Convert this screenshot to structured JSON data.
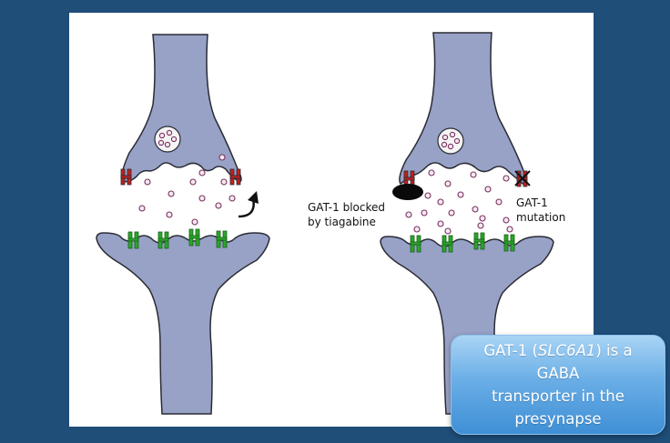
{
  "labels": {
    "blocked_line1": "GAT-1 blocked",
    "blocked_line2": "by tiagabine",
    "mutation_line1": "GAT-1",
    "mutation_line2": "mutation"
  },
  "callout": {
    "part1": "GAT-1 (",
    "gene": "SLC6A1",
    "part2": ") is a GABA",
    "line2": "transporter in the",
    "line3": "presynapse"
  },
  "colors": {
    "neuron_fill": "#97a2c6",
    "neuron_stroke": "#2b2b35",
    "transporter": "#c0211c",
    "receptor": "#29a829",
    "vesicle_fill": "#f5e9f2",
    "vesicle_stroke": "#7a2f5e",
    "background": "#1f4e79"
  }
}
